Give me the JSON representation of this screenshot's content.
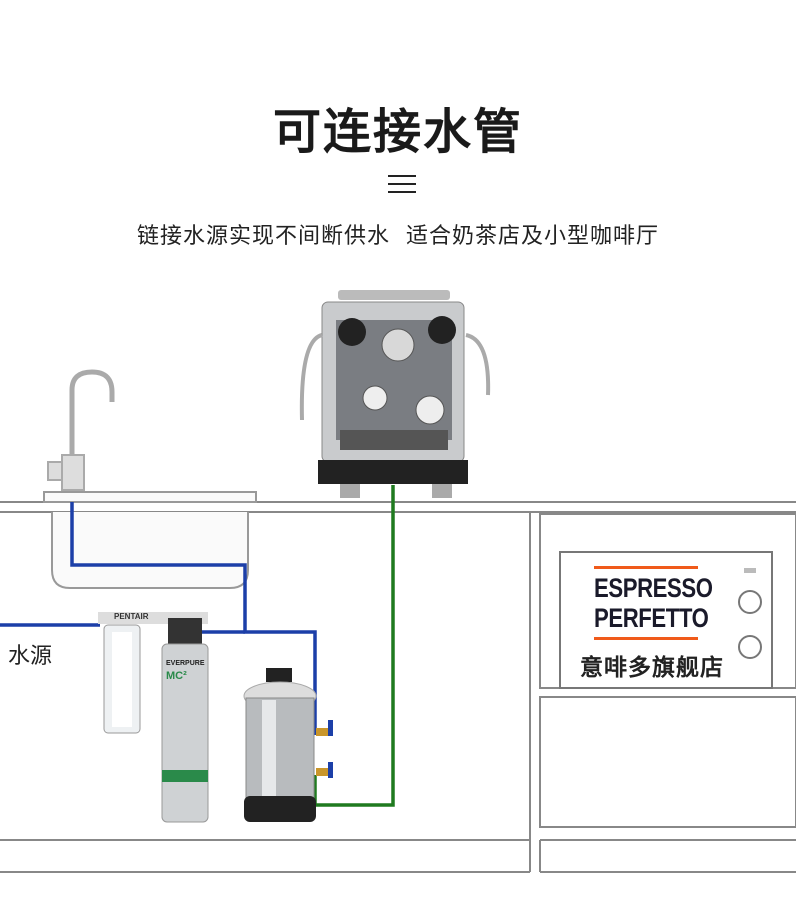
{
  "header": {
    "title": "可连接水管",
    "subtitle": "链接水源实现不间断供水  适合奶茶店及小型咖啡厅"
  },
  "diagram": {
    "water_source_label": "水源",
    "filter_brand": "PENTAIR",
    "cartridge_brand": "EVERPURE",
    "cartridge_model": "MC²",
    "store_logo": {
      "line1": "ESPRESSO",
      "line2": "PERFETTO",
      "chinese": "意啡多旗舰店"
    },
    "colors": {
      "inlet_pipe": "#1c3fa8",
      "outlet_pipe": "#1f7a1f",
      "logo_accent": "#f05a1a"
    }
  }
}
